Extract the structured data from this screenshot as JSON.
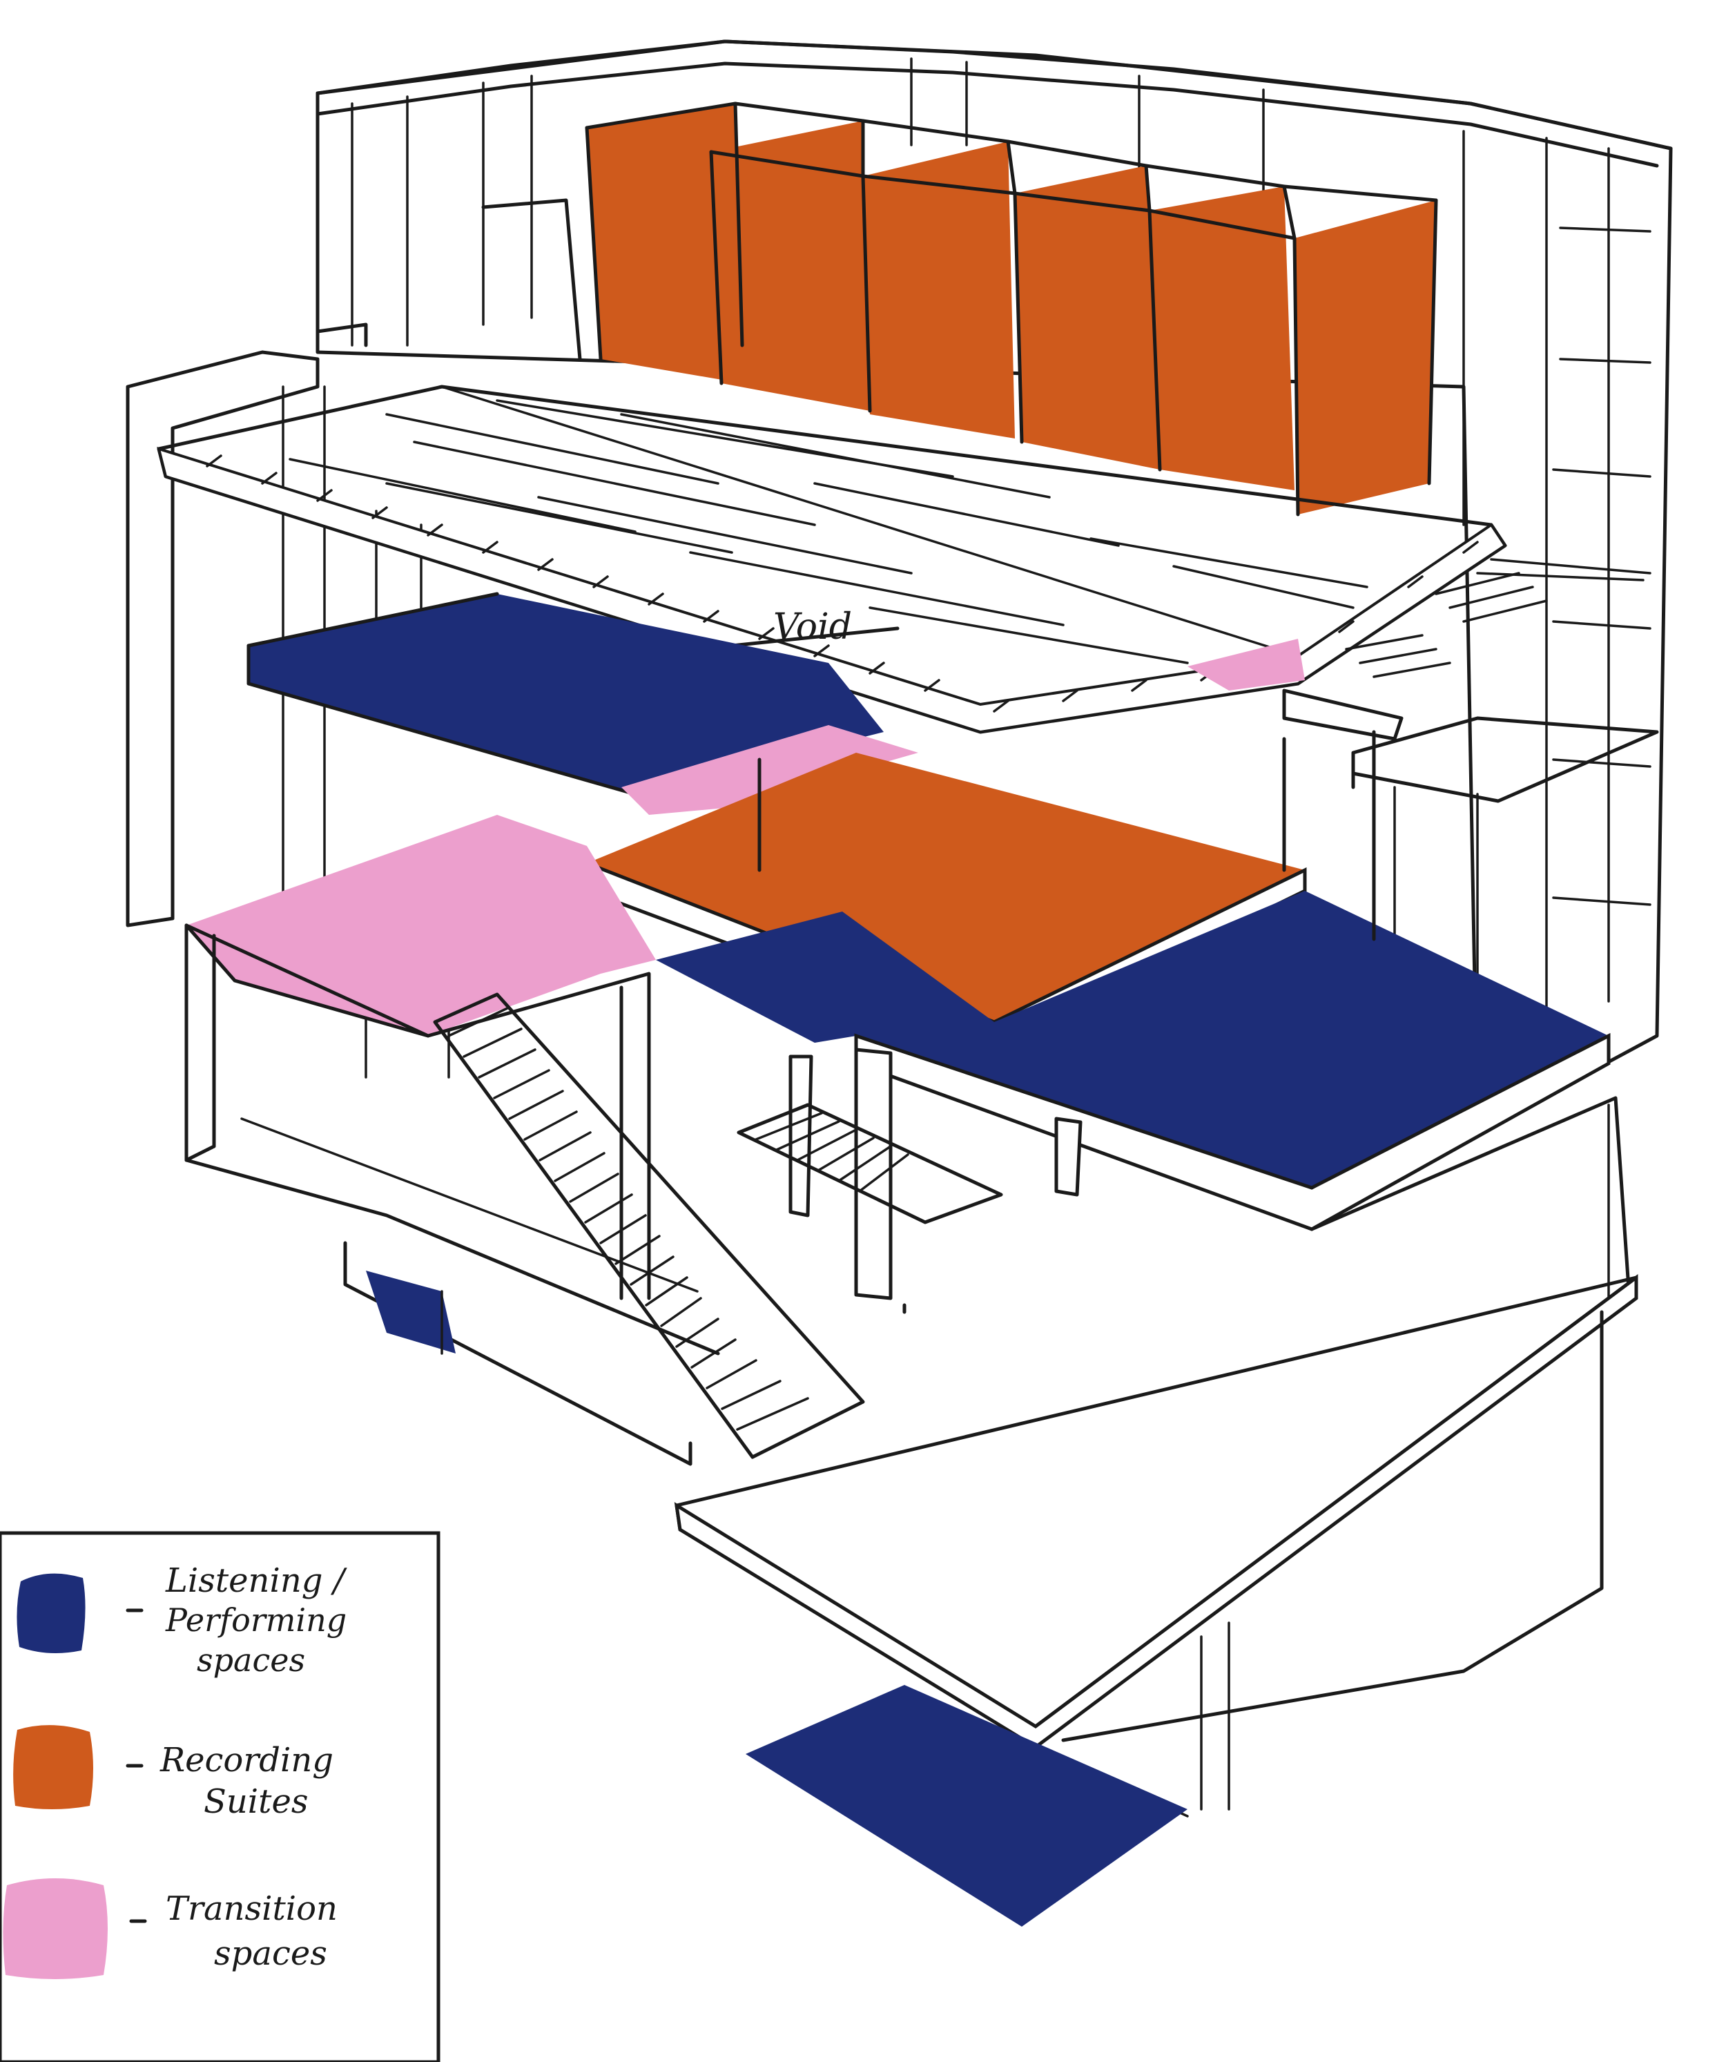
{
  "drawing": {
    "void_label": "Void"
  },
  "legend": {
    "items": [
      {
        "key": "listening",
        "color": "#1d2d78",
        "lines": [
          "Listening /",
          "Performing",
          "spaces"
        ]
      },
      {
        "key": "recording",
        "color": "#cf5a1c",
        "lines": [
          "Recording",
          "Suites"
        ]
      },
      {
        "key": "transition",
        "color": "#ec9fcd",
        "lines": [
          "Transition",
          "spaces"
        ]
      }
    ]
  },
  "colors": {
    "ink": "#1a1a1a",
    "listening": "#1d2d78",
    "recording": "#cf5a1c",
    "transition": "#ec9fcd",
    "paper": "#ffffff"
  }
}
